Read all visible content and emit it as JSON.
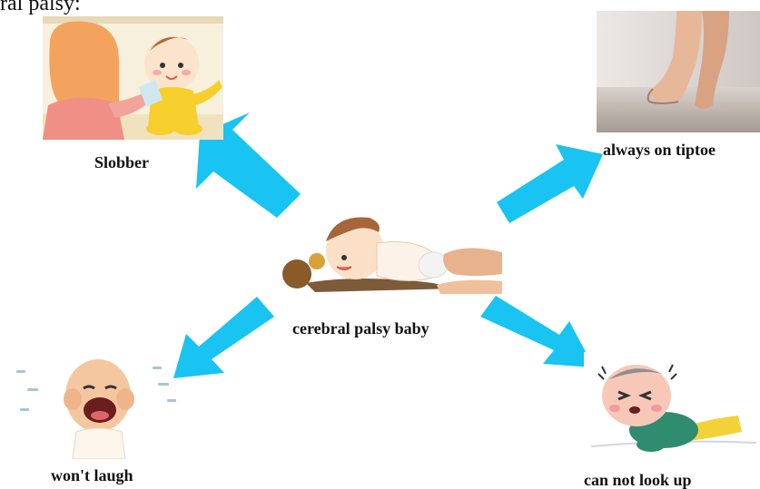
{
  "header_fragment": "ral palsy:",
  "center": {
    "label": "cerebral palsy baby"
  },
  "nodes": {
    "top_left": {
      "label": "Slobber"
    },
    "top_right": {
      "label": "always on tiptoe"
    },
    "bottom_left": {
      "label": "won't laugh"
    },
    "bottom_right": {
      "label": "can not look up"
    }
  },
  "colors": {
    "arrow": "#19c3f2",
    "text": "#111111"
  }
}
